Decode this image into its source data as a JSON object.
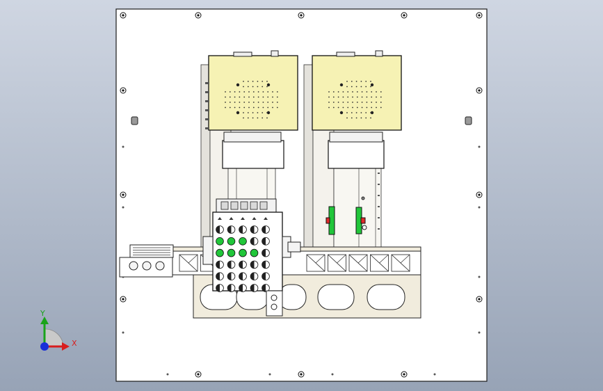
{
  "viewport": {
    "background_top": "#cfd6e2",
    "background_bottom": "#97a3b6"
  },
  "triad": {
    "x_label": "X",
    "y_label": "Y",
    "x_color": "#d81e1e",
    "y_color": "#1aa31a",
    "z_color": "#1a2fd8"
  },
  "colors": {
    "plate": "#ffffff",
    "outline": "#1a1a1a",
    "pad_fill": "#f6f2b4",
    "rail_fill": "#f1ecdd",
    "frame_fill": "#e4e2dc",
    "status_green": "#21c63a",
    "status_red": "#e02a2a"
  },
  "indicator_grid": {
    "rows": [
      [
        "half",
        "half",
        "half",
        "half",
        "half"
      ],
      [
        "green",
        "green",
        "green",
        "half",
        "half"
      ],
      [
        "green",
        "green",
        "green",
        "green",
        "half"
      ],
      [
        "half",
        "half",
        "half",
        "half",
        "half"
      ],
      [
        "half",
        "half",
        "half",
        "half",
        "half"
      ],
      [
        "half",
        "half",
        "half",
        "half",
        "half"
      ]
    ]
  }
}
